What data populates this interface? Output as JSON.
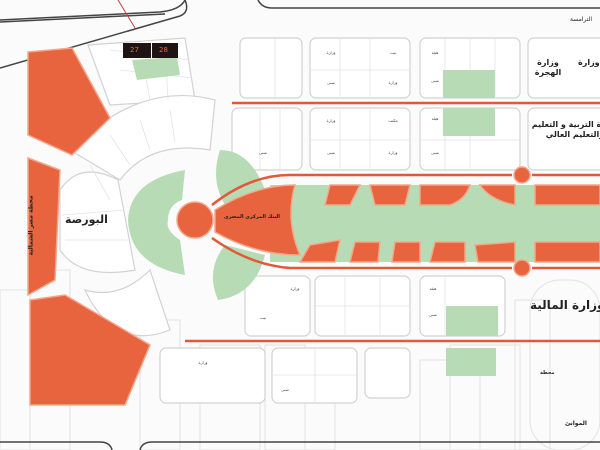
{
  "colors": {
    "building": "#e8643f",
    "green_space": "#b7dcb5",
    "road_line": "#e05a3a",
    "block_outline": "#d2d2d2",
    "plot_highlight": "#1e1414"
  },
  "plots": [
    "27",
    "28"
  ],
  "labels": {
    "stock_exchange": "البورصة",
    "station": "محطة مصر الشمالية",
    "central_bank": "البنك المركزي المصري",
    "ministry_migration": "وزارة الهجرة",
    "ministry_youth": "وزارة",
    "ministry_education": "وزارة التربية و التعليم والتعليم العالي",
    "ministry_finance": "وزارة المالية",
    "bottom_label": "محطة",
    "bottom_right": "الموانئ",
    "top_right": "الترامسة"
  },
  "small_labels": [
    "وزارة",
    "بيت",
    "مبنى",
    "وزارة",
    "هيئة",
    "مبنى",
    "وزارة",
    "مكتب",
    "مبنى",
    "وزارة",
    "هيئة",
    "مبنى",
    "مبنى",
    "وزارة",
    "بيت",
    "هيئة",
    "مبنى",
    "وزارة",
    "مبنى"
  ]
}
